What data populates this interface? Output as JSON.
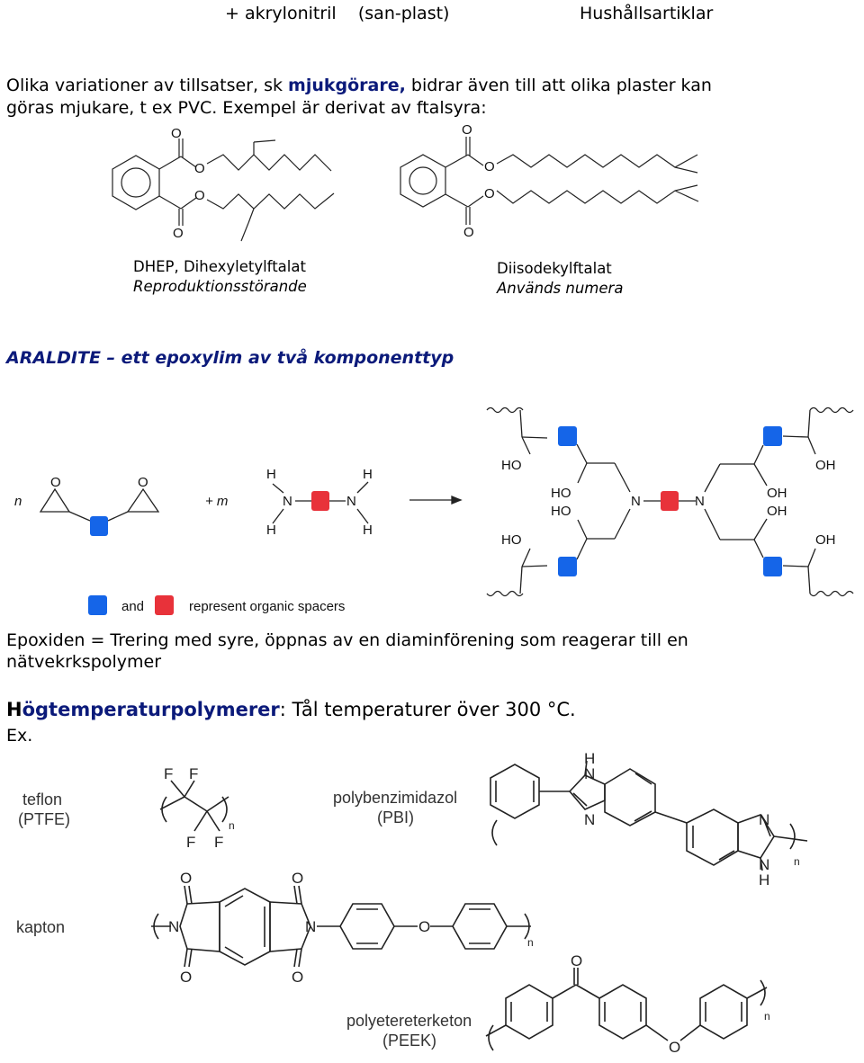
{
  "top": {
    "left": "+ akrylonitril    (san-plast)",
    "right": "Hushållsartiklar"
  },
  "para1": {
    "before": "Olika variationer av tillsatser, sk ",
    "bold": "mjukgörare,",
    "after": " bidrar även till att olika plaster kan",
    "line2": "göras mjukare, t ex PVC. Exempel är derivat av ftalsyra:"
  },
  "phthalates": {
    "left_name": "DHEP, Dihexyletylftalat",
    "left_note": "Reproduktionsstörande",
    "right_name": "Diisodekylftalat",
    "right_note": "Används numera",
    "atom_o": "O"
  },
  "araldite": {
    "heading": "ARALDITE – ett epoxylim av två komponenttyp",
    "n": "n",
    "plus_m": "+ m",
    "h": "H",
    "nn": "N",
    "o": "O",
    "ho": "HO",
    "oh": "OH",
    "legend_and": "and",
    "legend_text": "represent organic spacers",
    "blue": "#1565e8",
    "red": "#e8323a"
  },
  "para2": {
    "line1": "Epoxiden = Trering med syre, öppnas av en diaminförening som reagerar till en",
    "line2": "nätvekrkspolymer"
  },
  "hightemp": {
    "first": "H",
    "bold": "ögtemperaturpolymerer",
    "after": ": Tål temperaturer över 300 °C.",
    "ex": "Ex."
  },
  "polymers": {
    "teflon": "teflon",
    "teflon_abbr": "(PTFE)",
    "pbi": "polybenzimidazol",
    "pbi_abbr": "(PBI)",
    "kapton": "kapton",
    "peek": "polyetereterketon",
    "peek_abbr": "(PEEK)",
    "f": "F",
    "n": "n",
    "h": "H",
    "nn": "N",
    "o": "O"
  }
}
